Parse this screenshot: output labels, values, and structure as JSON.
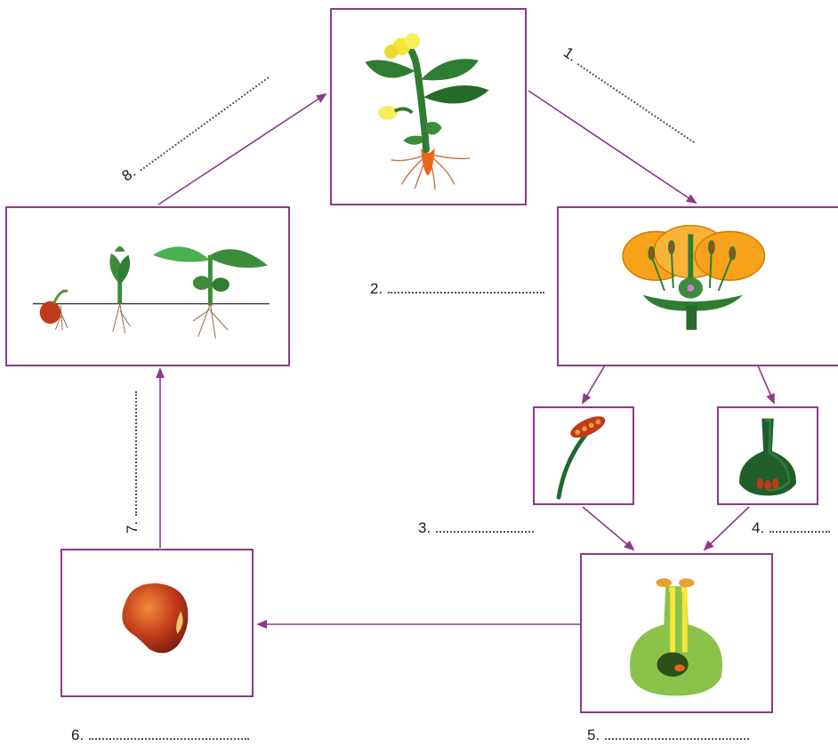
{
  "colors": {
    "frame": "#8e3a86",
    "arrow": "#8e3a86",
    "leaf": "#2e7d32",
    "petal": "#f7a21a",
    "root": "#e8651a",
    "seed": "#c0391b",
    "ovary": "#8bc34a"
  },
  "boxes": [
    {
      "id": "adult-plant",
      "icon": "flowering-plant-icon"
    },
    {
      "id": "flower",
      "icon": "flower-icon"
    },
    {
      "id": "stamen",
      "icon": "stamen-icon"
    },
    {
      "id": "pistil",
      "icon": "ovary-icon"
    },
    {
      "id": "fertilized-ovary",
      "icon": "fertilized-ovary-icon"
    },
    {
      "id": "seed",
      "icon": "bean-seed-icon"
    },
    {
      "id": "germination",
      "icon": "seedling-stages-icon"
    }
  ],
  "labels": [
    {
      "num": "1.",
      "blank": "......................"
    },
    {
      "num": "2.",
      "blank": "..........................."
    },
    {
      "num": "3.",
      "blank": "................."
    },
    {
      "num": "4.",
      "blank": "..........."
    },
    {
      "num": "5.",
      "blank": "........................."
    },
    {
      "num": "6.",
      "blank": "..........................."
    },
    {
      "num": "7.",
      "blank": "..........................."
    },
    {
      "num": "8.",
      "blank": "................................"
    }
  ]
}
